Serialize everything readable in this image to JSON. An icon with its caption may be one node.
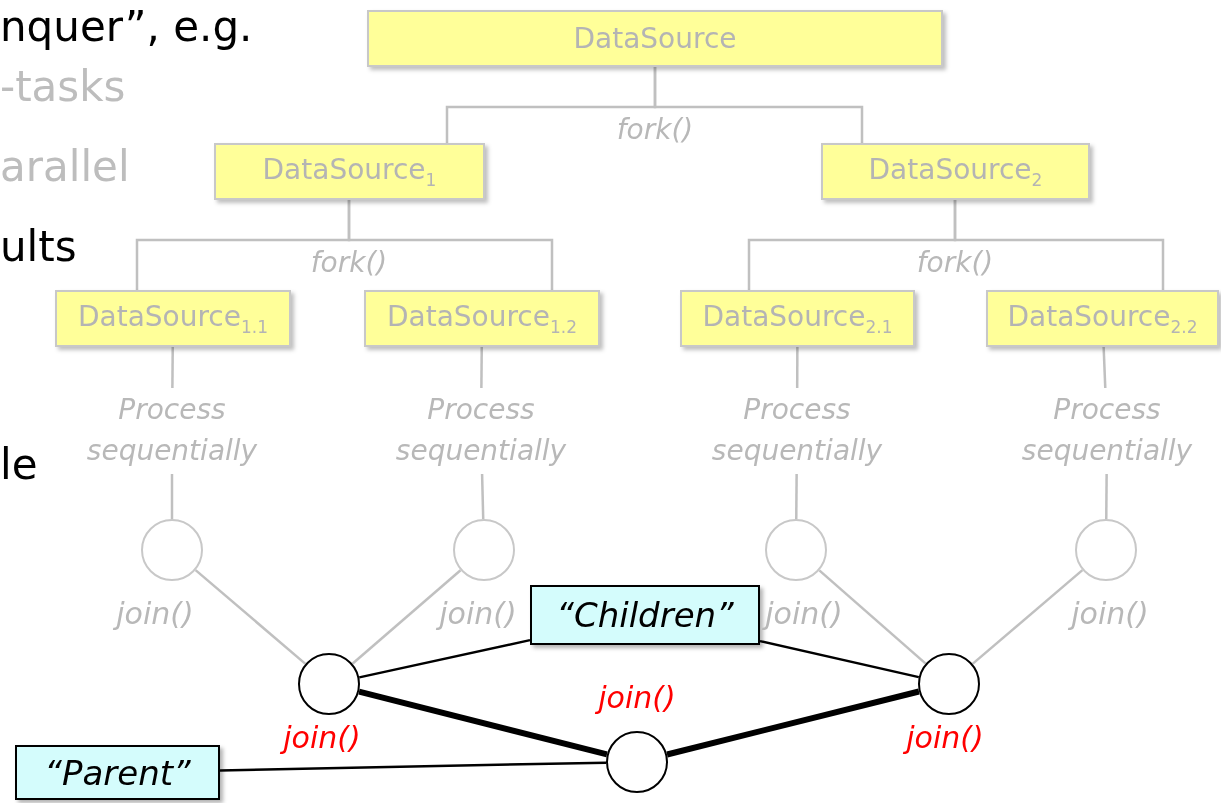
{
  "diagram": {
    "nodes": [
      {
        "text": [
          "DataSource"
        ]
      },
      {
        "text": [
          "DataSource$_{1}$"
        ]
      },
      {
        "text": [
          "DataSource$_{2}$"
        ]
      },
      {
        "text": [
          "DataSource$_{1.1}$"
        ]
      },
      {
        "text": [
          "DataSource$_{1.2}$"
        ]
      },
      {
        "text": [
          "DataSource$_{2.1}$"
        ]
      },
      {
        "text": [
          "DataSource$_{2.2}$"
        ]
      },
      {
        "text": [
          "Process sequentially"
        ]
      },
      {
        "text": [
          "Process sequentially"
        ]
      },
      {
        "text": [
          "Process sequentially"
        ]
      },
      {
        "text": [
          "Process sequentially"
        ]
      },
      {
        "text": [],
        "shape": "circle",
        "beside": [
          "join()"
        ]
      },
      {
        "text": [],
        "shape": "circle",
        "beside": [
          "join()"
        ]
      },
      {
        "text": [],
        "shape": "circle",
        "beside": [
          "join()"
        ]
      },
      {
        "text": [],
        "shape": "circle",
        "beside": [
          "join()"
        ]
      },
      {
        "text": [],
        "shape": "circle",
        "beside": [
          "join()"
        ]
      },
      {
        "text": [],
        "shape": "circle",
        "beside": [
          "join()"
        ]
      },
      {
        "text": [],
        "shape": "circle",
        "beside": [
          "join()"
        ]
      },
      {
        "text": [
          "“Children”"
        ]
      },
      {
        "text": [
          "“Parent”"
        ]
      }
    ],
    "edges": [
      {
        "from": 0,
        "to": 1,
        "arrow": "none",
        "label": "fork()"
      },
      {
        "from": 0,
        "to": 2,
        "arrow": "none"
      },
      {
        "from": 1,
        "to": 3,
        "arrow": "none",
        "label": "fork()"
      },
      {
        "from": 1,
        "to": 4,
        "arrow": "none"
      },
      {
        "from": 2,
        "to": 5,
        "arrow": "none",
        "label": "fork()"
      },
      {
        "from": 2,
        "to": 6,
        "arrow": "none"
      },
      {
        "from": 3,
        "to": 7,
        "arrow": "none"
      },
      {
        "from": 7,
        "to": 11,
        "arrow": "none"
      },
      {
        "from": 4,
        "to": 8,
        "arrow": "none"
      },
      {
        "from": 8,
        "to": 12,
        "arrow": "none"
      },
      {
        "from": 5,
        "to": 9,
        "arrow": "none"
      },
      {
        "from": 9,
        "to": 13,
        "arrow": "none"
      },
      {
        "from": 6,
        "to": 10,
        "arrow": "none"
      },
      {
        "from": 10,
        "to": 14,
        "arrow": "none"
      },
      {
        "from": 11,
        "to": 15,
        "arrow": "none"
      },
      {
        "from": 12,
        "to": 15,
        "arrow": "none"
      },
      {
        "from": 13,
        "to": 16,
        "arrow": "none"
      },
      {
        "from": 14,
        "to": 16,
        "arrow": "none"
      },
      {
        "from": 15,
        "to": 17,
        "arrow": "none",
        "style": "thick",
        "color": "#000000"
      },
      {
        "from": 16,
        "to": 17,
        "arrow": "none",
        "style": "thick",
        "color": "#000000"
      },
      {
        "from": 18,
        "to": 15,
        "arrow": "none",
        "color": "#000000"
      },
      {
        "from": 18,
        "to": 16,
        "arrow": "none",
        "color": "#000000"
      },
      {
        "from": 19,
        "to": 17,
        "arrow": "none",
        "color": "#000000"
      }
    ],
    "labels": [
      "nquer”, e.g.",
      "-tasks",
      "arallel",
      "ults",
      "le"
    ]
  }
}
